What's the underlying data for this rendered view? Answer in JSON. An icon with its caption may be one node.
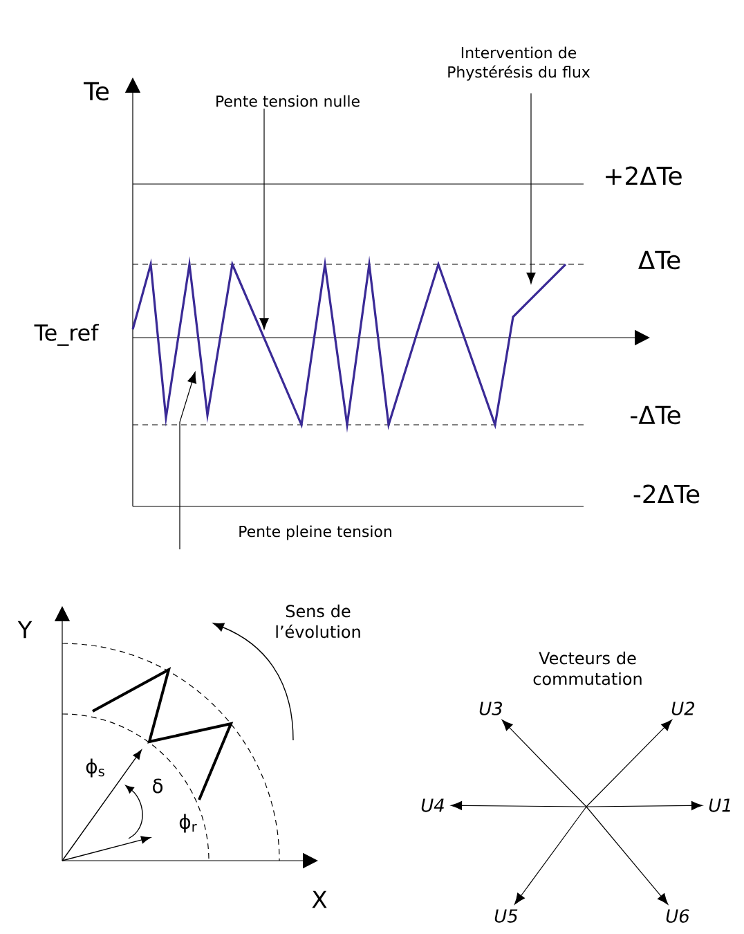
{
  "diagram": {
    "nodes": [
      {
        "text": [
          "Pente tension nulle"
        ]
      },
      {
        "text": [
          "Intervention de Phystérésis du flux"
        ]
      },
      {
        "text": [
          "Pente pleine tension"
        ]
      },
      {
        "text": [
          "U3"
        ]
      },
      {
        "text": [
          "U2"
        ]
      },
      {
        "text": [
          "U4"
        ]
      },
      {
        "text": [
          "U1"
        ]
      },
      {
        "text": [
          "U5"
        ]
      },
      {
        "text": [
          "U6"
        ]
      }
    ],
    "edges": [
      {
        "from": 0,
        "to": null,
        "arrow": "to"
      },
      {
        "from": 1,
        "to": null,
        "arrow": "to"
      },
      {
        "from": 2,
        "to": null,
        "arrow": "to"
      },
      {
        "from": null,
        "to": 3,
        "arrow": "to"
      },
      {
        "from": null,
        "to": 4,
        "arrow": "to"
      },
      {
        "from": null,
        "to": 5,
        "arrow": "to"
      },
      {
        "from": null,
        "to": 6,
        "arrow": "to"
      },
      {
        "from": null,
        "to": 7,
        "arrow": "to"
      },
      {
        "from": null,
        "to": 8,
        "arrow": "to"
      }
    ],
    "labels": [
      "Te",
      "+2ΔTe",
      "ΔTe",
      "Te_ref",
      "-ΔTe",
      "-2ΔTe",
      "Y",
      "Sens de l’évolution",
      "Vecteurs de commutation",
      "ϕ$_{s}$",
      "δ",
      "ϕ$_{r}$",
      "X"
    ]
  }
}
